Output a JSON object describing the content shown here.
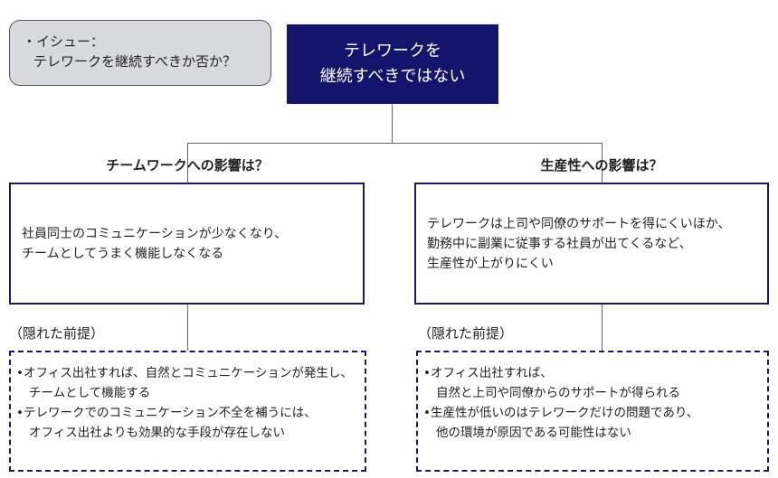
{
  "issue": {
    "label": "・イシュー：",
    "question": "テレワークを継続すべきか否か？"
  },
  "conclusion": {
    "line1": "テレワークを",
    "line2": "継続すべきではない"
  },
  "branches": [
    {
      "heading": "チームワークへの影響は？",
      "reason": [
        "社員同士のコミュニケーションが少なくなり、",
        "チームとしてうまく機能しなくなる"
      ],
      "assumption_label": "（隠れた前提）",
      "assumptions": [
        {
          "bullet": "•オフィス出社すれば、自然とコミュニケーションが発生し、",
          "cont": "チームとして機能する"
        },
        {
          "bullet": "•テレワークでのコミュニケーション不全を補うには、",
          "cont": "オフィス出社よりも効果的な手段が存在しない"
        }
      ]
    },
    {
      "heading": "生産性への影響は？",
      "reason": [
        "テレワークは上司や同僚のサポートを得にくいほか、",
        "勤務中に副業に従事する社員が出てくるなど、",
        "生産性が上がりにくい"
      ],
      "assumption_label": "（隠れた前提）",
      "assumptions": [
        {
          "bullet": "•オフィス出社すれば、",
          "cont": "自然と上司や同僚からのサポートが得られる"
        },
        {
          "bullet": "•生産性が低いのはテレワークだけの問題であり、",
          "cont": "他の環境が原因である可能性はない"
        }
      ]
    }
  ]
}
